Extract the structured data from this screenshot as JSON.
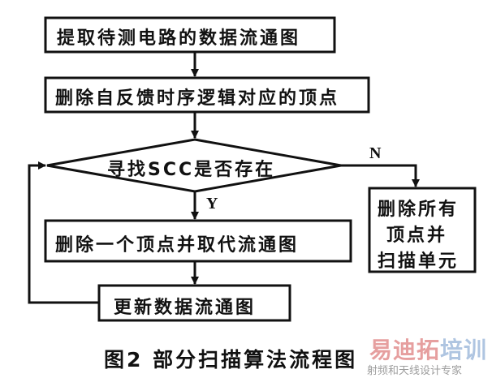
{
  "nodes": {
    "step1": "提取待测电路的数据流通图",
    "step2": "删除自反馈时序逻辑对应的顶点",
    "decision": "寻找SCC是否存在",
    "step_yes": "删除一个顶点并取代流通图",
    "step_update": "更新数据流通图",
    "step_no_lines": [
      "删除所有",
      "顶点并",
      "扫描单元"
    ]
  },
  "labels": {
    "yes": "Y",
    "no": "N"
  },
  "caption": "图2  部分扫描算法流程图",
  "watermark": {
    "brand_red": "易迪拓",
    "brand_blue": "培训",
    "tagline": "射频和天线设计专家"
  }
}
